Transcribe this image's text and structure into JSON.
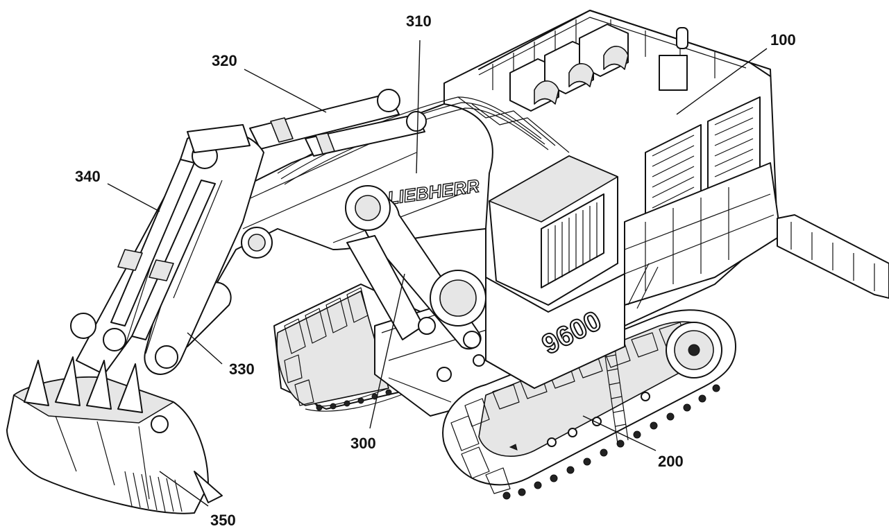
{
  "labels": {
    "upper_structure": "100",
    "undercarriage": "200",
    "boom_cylinder_link": "300",
    "boom": "310",
    "boom_cylinder": "320",
    "stick": "330",
    "stick_cylinder": "340",
    "bucket": "350"
  },
  "machine_markings": {
    "brand": "LIEBHERR",
    "model": "9600"
  }
}
